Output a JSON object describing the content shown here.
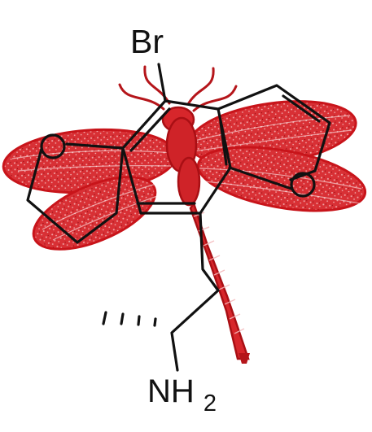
{
  "labels": {
    "bromine": "Br",
    "amine_main": "NH",
    "amine_subscript": "2"
  },
  "colors": {
    "dragonfly": "#d7262b",
    "dragonfly_dark": "#a90f14",
    "structure": "#111111",
    "background": "#ffffff"
  },
  "icons": {
    "dragonfly": "dragonfly-icon"
  }
}
